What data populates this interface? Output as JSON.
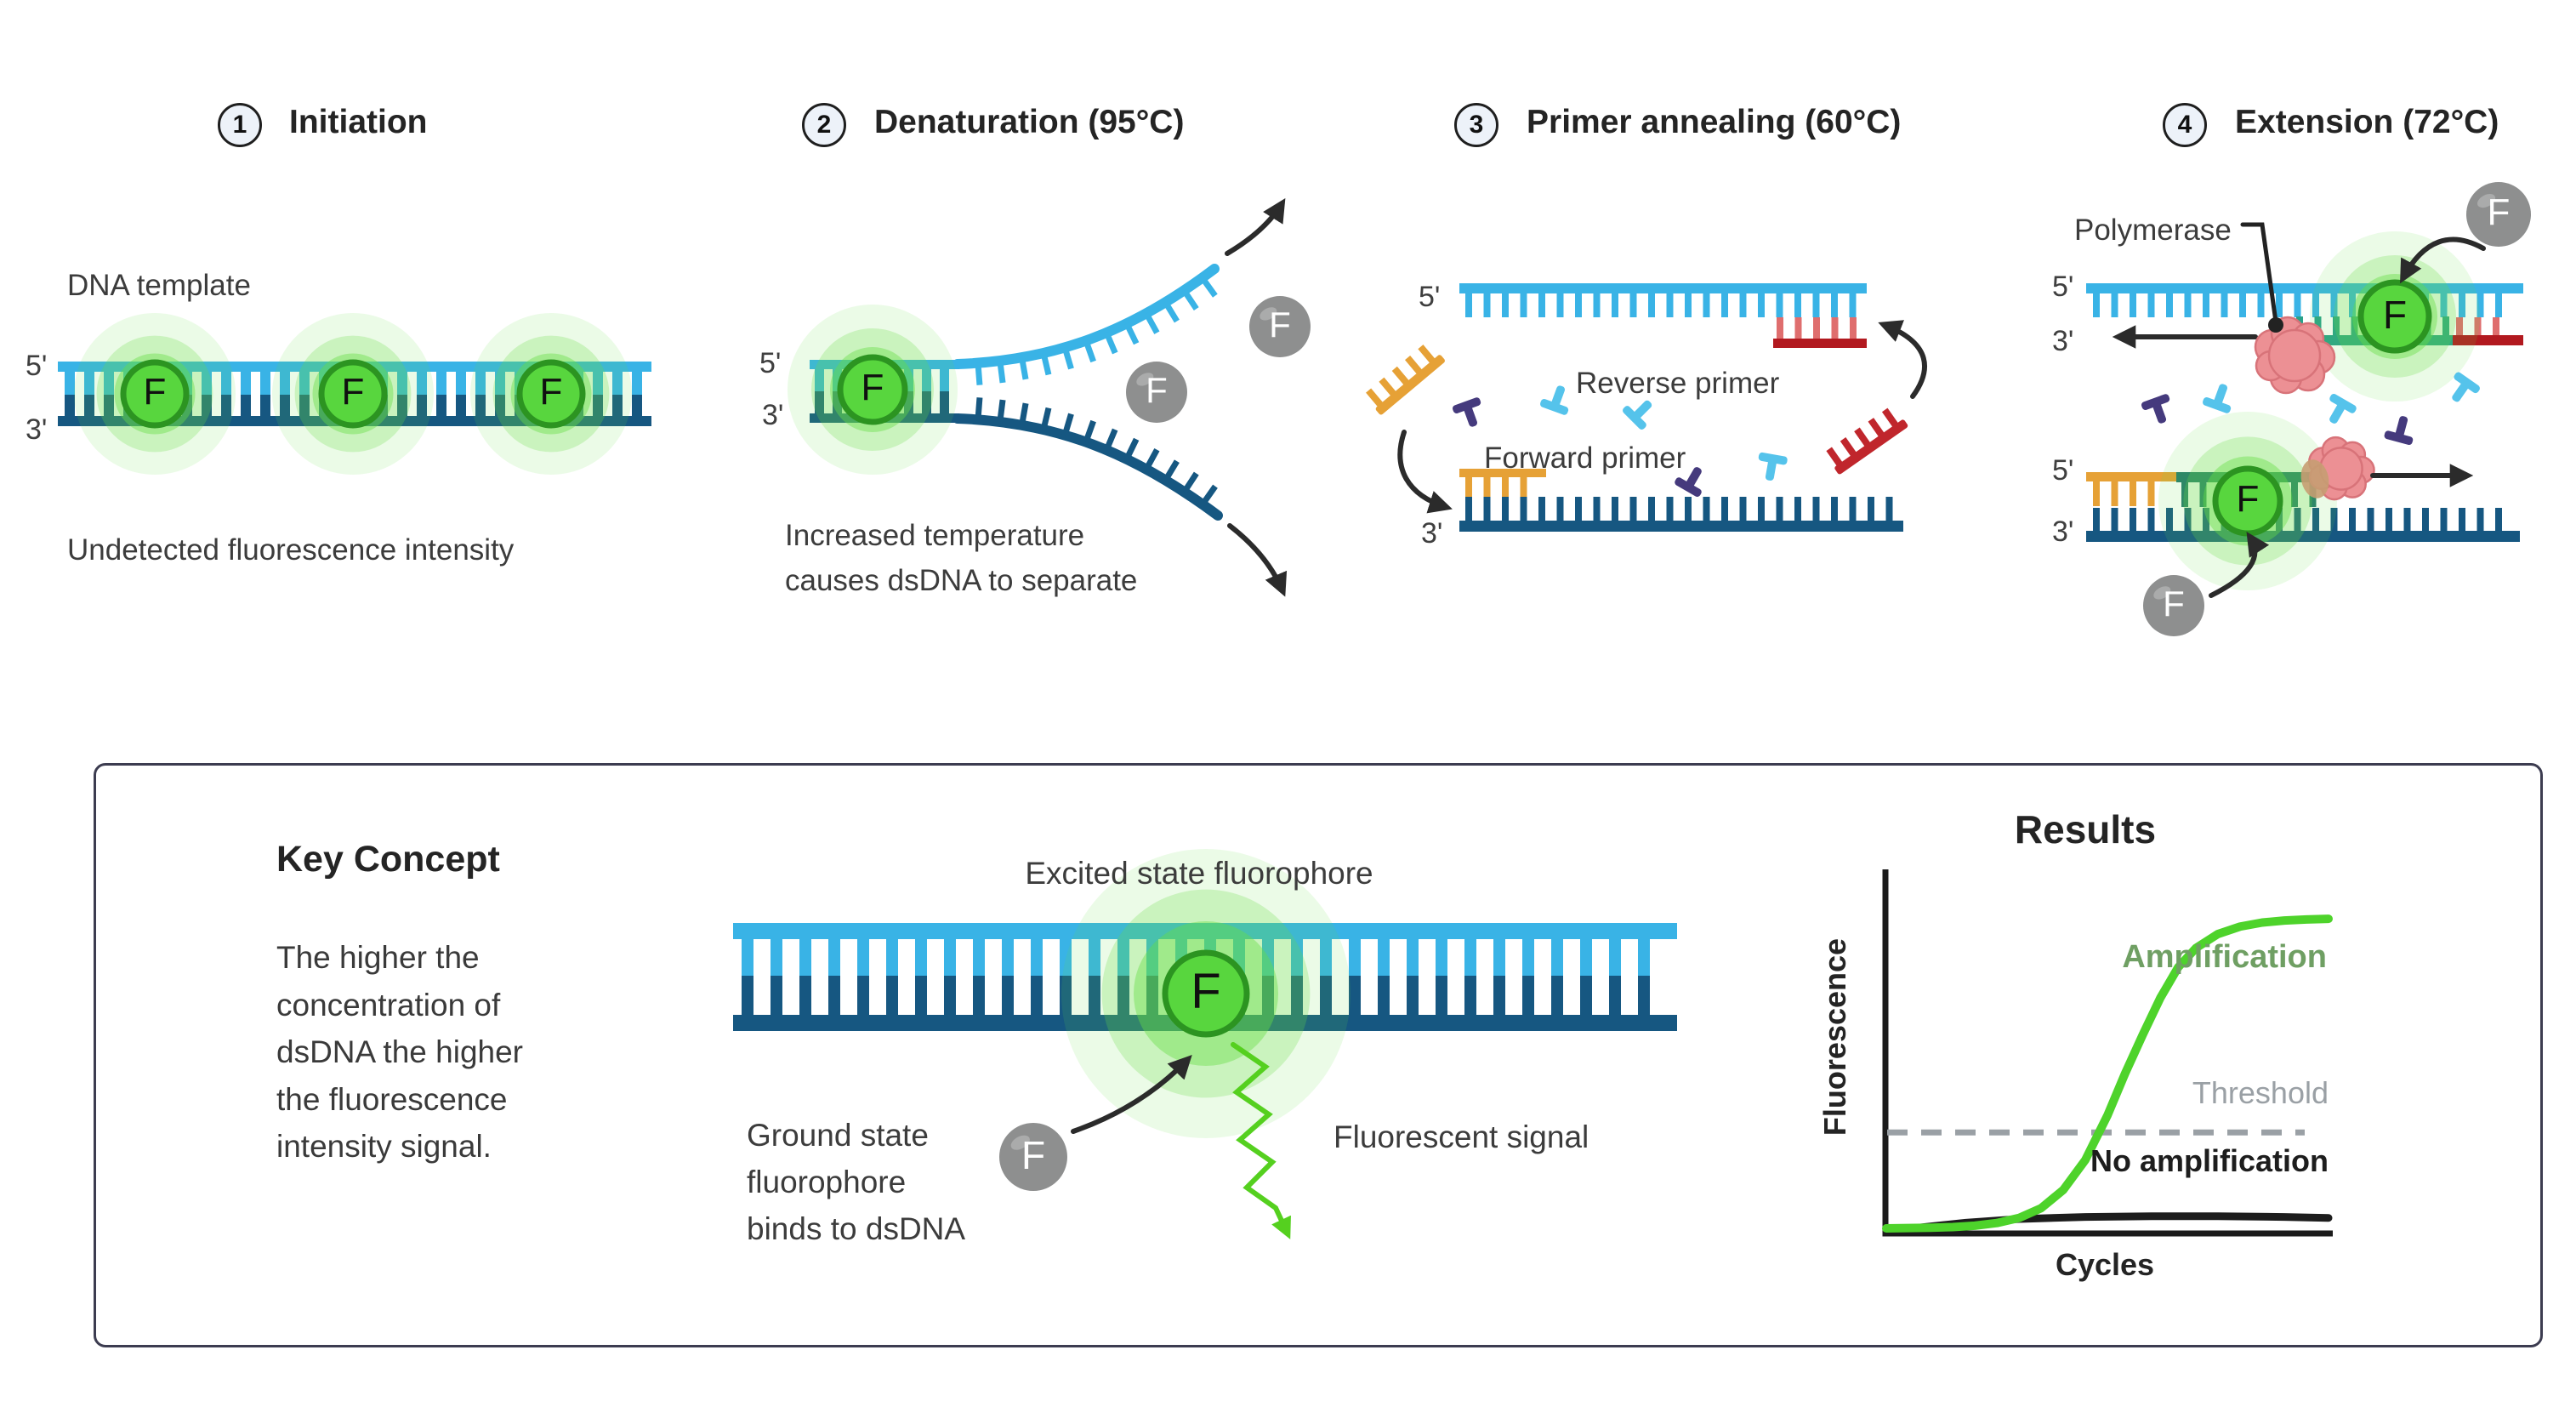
{
  "steps": [
    {
      "number": "1",
      "title": "Initiation"
    },
    {
      "number": "2",
      "title": "Denaturation (95°C)"
    },
    {
      "number": "3",
      "title": "Primer annealing (60°C)"
    },
    {
      "number": "4",
      "title": "Extension (72°C)"
    }
  ],
  "labels": {
    "dna_template": "DNA template",
    "undetected": "Undetected fluorescence intensity",
    "denaturation_caption": "Increased temperature\ncauses dsDNA to separate",
    "reverse_primer": "Reverse primer",
    "forward_primer": "Forward primer",
    "polymerase": "Polymerase"
  },
  "strand_labels": {
    "five_prime": "5'",
    "three_prime": "3'"
  },
  "fluorophore_symbol": "F",
  "key_concept": {
    "heading": "Key Concept",
    "body": "The higher the\nconcentration of\ndsDNA the higher\nthe fluorescence\nintensity signal.",
    "excited_label": "Excited state fluorophore",
    "ground_label": "Ground state\nfluorophore\nbinds to dsDNA",
    "signal_label": "Fluorescent signal"
  },
  "chart_data": {
    "type": "line",
    "title": "Results",
    "xlabel": "Cycles",
    "ylabel": "Fluorescence",
    "xlim": [
      0,
      1
    ],
    "ylim": [
      0,
      1
    ],
    "grid": false,
    "legend_position": "inline-annotations",
    "threshold": {
      "label": "Threshold",
      "value": 0.3,
      "style": "dashed",
      "color": "#9aa0a5"
    },
    "series": [
      {
        "name": "No amplification",
        "color": "#1d1d1d",
        "label_color": "#1d1d1d",
        "x": [
          0,
          0.08,
          0.18,
          0.3,
          0.45,
          0.6,
          0.75,
          0.9,
          1
        ],
        "y": [
          0.004,
          0.018,
          0.032,
          0.043,
          0.049,
          0.051,
          0.051,
          0.049,
          0.046
        ]
      },
      {
        "name": "Amplification",
        "color": "#4ed32b",
        "label_color": "#6f9f63",
        "x": [
          0,
          0.05,
          0.1,
          0.15,
          0.2,
          0.25,
          0.3,
          0.35,
          0.4,
          0.45,
          0.5,
          0.54,
          0.58,
          0.62,
          0.66,
          0.7,
          0.75,
          0.8,
          0.85,
          0.9,
          0.95,
          1
        ],
        "y": [
          0.015,
          0.016,
          0.017,
          0.019,
          0.023,
          0.031,
          0.046,
          0.075,
          0.129,
          0.218,
          0.35,
          0.475,
          0.59,
          0.7,
          0.79,
          0.847,
          0.889,
          0.911,
          0.923,
          0.929,
          0.932,
          0.934
        ]
      }
    ]
  },
  "colors": {
    "light_blue": "#39b3e6",
    "dark_blue": "#165781",
    "teal": "#2aa189",
    "teal_dark": "#277b6d",
    "orange": "#e6a136",
    "red": "#c0262c",
    "red_dark": "#b2191f",
    "red_light": "#df6e6e",
    "fluor_green": "#58d63e",
    "fluor_border": "#2c9421",
    "glow": "#66dd44",
    "fluor_gray": "#8e8f8f",
    "purple": "#453a7d",
    "nt_blue": "#55c3eb",
    "polymerase": "#ec9094",
    "polymerase_edge": "#d87379",
    "polymerase_tan": "#c79d72",
    "arrow": "#2b2b2b",
    "signal_green": "#55d01f",
    "axis": "#1b1b1b"
  }
}
